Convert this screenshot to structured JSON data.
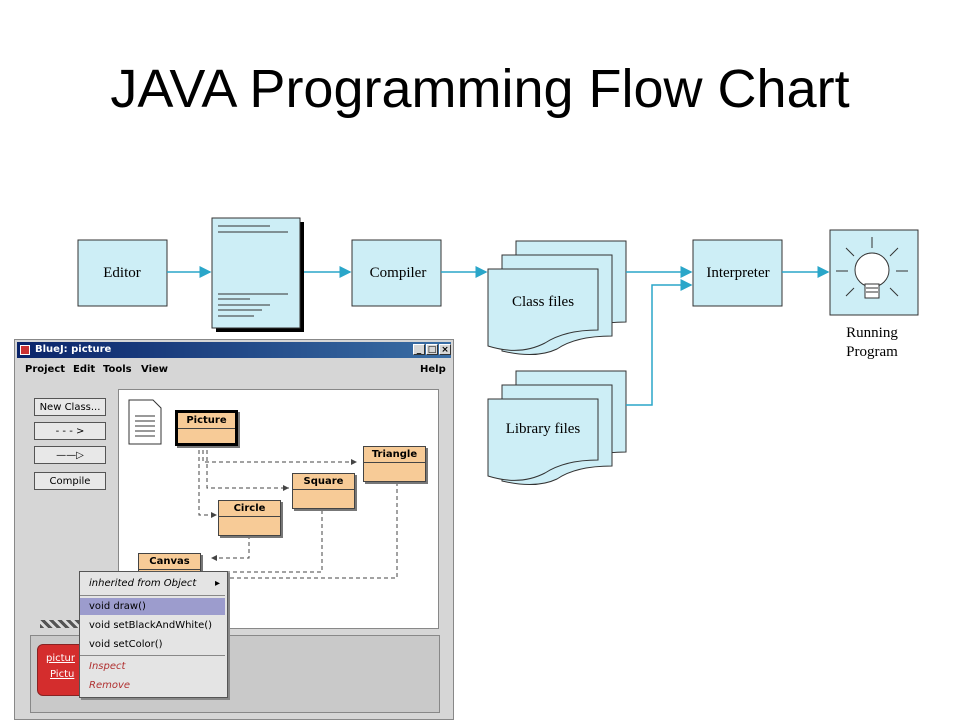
{
  "slide": {
    "title": "JAVA Programming Flow Chart"
  },
  "flowchart": {
    "editor_label": "Editor",
    "compiler_label": "Compiler",
    "class_files_label": "Class files",
    "interpreter_label": "Interpreter",
    "library_files_label": "Library files",
    "running_label_line1": "Running",
    "running_label_line2": "Program",
    "colors": {
      "box_fill": "#cdeef6",
      "arrow": "#2aa6c9",
      "border": "#333333"
    }
  },
  "bluej": {
    "window_title": "BlueJ: picture",
    "menu": [
      "Project",
      "Edit",
      "Tools",
      "View",
      "Help"
    ],
    "side_buttons": {
      "new_class": "New Class...",
      "uses_arrow": "- - - >",
      "inherits_arrow": "——▷",
      "compile": "Compile"
    },
    "classes": {
      "picture": "Picture",
      "triangle": "Triangle",
      "square": "Square",
      "circle": "Circle",
      "canvas": "Canvas"
    },
    "popup": {
      "inherited": "inherited from Object",
      "items": [
        "void draw()",
        "void setBlackAndWhite()",
        "void setColor()"
      ],
      "inspect": "Inspect",
      "remove": "Remove"
    },
    "object_card": {
      "line1": "pictur",
      "line2": "Pictu"
    },
    "colors": {
      "class_fill": "#f7cb97",
      "object_fill": "#d42d2d",
      "selected": "#9c9ccd"
    }
  }
}
